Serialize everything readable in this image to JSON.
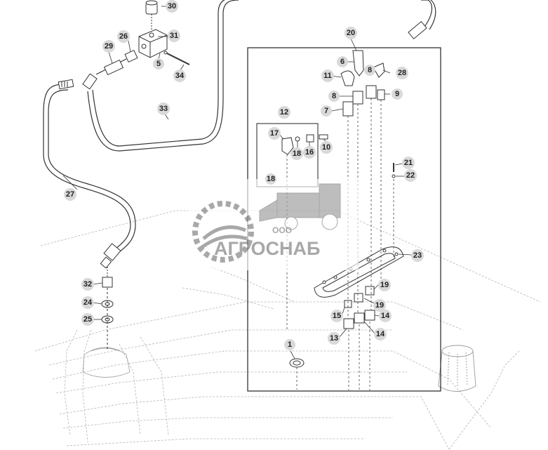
{
  "diagram": {
    "callouts": [
      {
        "id": "c30",
        "label": "30"
      },
      {
        "id": "c31",
        "label": "31"
      },
      {
        "id": "c26",
        "label": "26"
      },
      {
        "id": "c29",
        "label": "29"
      },
      {
        "id": "c5",
        "label": "5"
      },
      {
        "id": "c34",
        "label": "34"
      },
      {
        "id": "c33",
        "label": "33"
      },
      {
        "id": "c27",
        "label": "27"
      },
      {
        "id": "c32",
        "label": "32"
      },
      {
        "id": "c24",
        "label": "24"
      },
      {
        "id": "c25",
        "label": "25"
      },
      {
        "id": "c20",
        "label": "20"
      },
      {
        "id": "c6",
        "label": "6"
      },
      {
        "id": "c8a",
        "label": "8"
      },
      {
        "id": "c28",
        "label": "28"
      },
      {
        "id": "c11",
        "label": "11"
      },
      {
        "id": "c8b",
        "label": "8"
      },
      {
        "id": "c9",
        "label": "9"
      },
      {
        "id": "c7",
        "label": "7"
      },
      {
        "id": "c12",
        "label": "12"
      },
      {
        "id": "c17",
        "label": "17"
      },
      {
        "id": "c18a",
        "label": "18"
      },
      {
        "id": "c16",
        "label": "16"
      },
      {
        "id": "c10",
        "label": "10"
      },
      {
        "id": "c18b",
        "label": "18"
      },
      {
        "id": "c21",
        "label": "21"
      },
      {
        "id": "c22",
        "label": "22"
      },
      {
        "id": "c23",
        "label": "23"
      },
      {
        "id": "c19a",
        "label": "19"
      },
      {
        "id": "c19b",
        "label": "19"
      },
      {
        "id": "c15",
        "label": "15"
      },
      {
        "id": "c14a",
        "label": "14"
      },
      {
        "id": "c13",
        "label": "13"
      },
      {
        "id": "c14b",
        "label": "14"
      },
      {
        "id": "c1",
        "label": "1"
      }
    ]
  },
  "watermark": {
    "prefix": "ООО",
    "brand": "АГРОСНАБ"
  },
  "colors": {
    "line": "#333333",
    "callout_fill": "#d9d9d9",
    "watermark": "#8c8c8c"
  }
}
